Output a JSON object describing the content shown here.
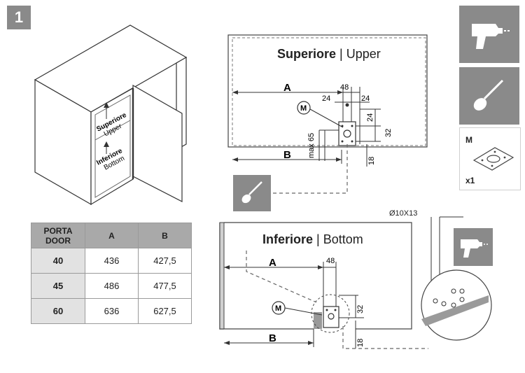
{
  "step": "1",
  "cabinet": {
    "upper_label_it": "Superiore",
    "upper_label_en": "Upper",
    "lower_label_it": "Inferiore",
    "lower_label_en": "Bottom"
  },
  "table": {
    "headers": [
      "PORTA\nDOOR",
      "A",
      "B"
    ],
    "header_line1": "PORTA",
    "header_line2": "DOOR",
    "header_a": "A",
    "header_b": "B",
    "rows": [
      {
        "door": "40",
        "a": "436",
        "b": "427,5"
      },
      {
        "door": "45",
        "a": "486",
        "b": "477,5"
      },
      {
        "door": "60",
        "a": "636",
        "b": "627,5"
      }
    ]
  },
  "upper_panel": {
    "title_bold": "Superiore",
    "separator": "|",
    "title_light": "Upper",
    "dim_a": "A",
    "dim_b": "B",
    "dim_48": "48",
    "dim_24_left": "24",
    "dim_24_right": "24",
    "dim_24_vertical": "24",
    "dim_32": "32",
    "dim_18": "18",
    "dim_max65": "max 65",
    "marker": "M"
  },
  "lower_panel": {
    "title_bold": "Inferiore",
    "separator": "|",
    "title_light": "Bottom",
    "dim_a": "A",
    "dim_b": "B",
    "dim_48": "48",
    "dim_32": "32",
    "dim_18": "18",
    "marker": "M",
    "hole_spec": "Ø10X13"
  },
  "parts": {
    "code": "M",
    "quantity": "x1"
  },
  "tools": [
    "drill-icon",
    "screwdriver-icon",
    "screwdriver-icon",
    "drill-icon"
  ],
  "colors": {
    "tool_bg": "#8a8a8a",
    "table_header": "#a9a9a9",
    "table_rowhead": "#e2e2e2"
  }
}
